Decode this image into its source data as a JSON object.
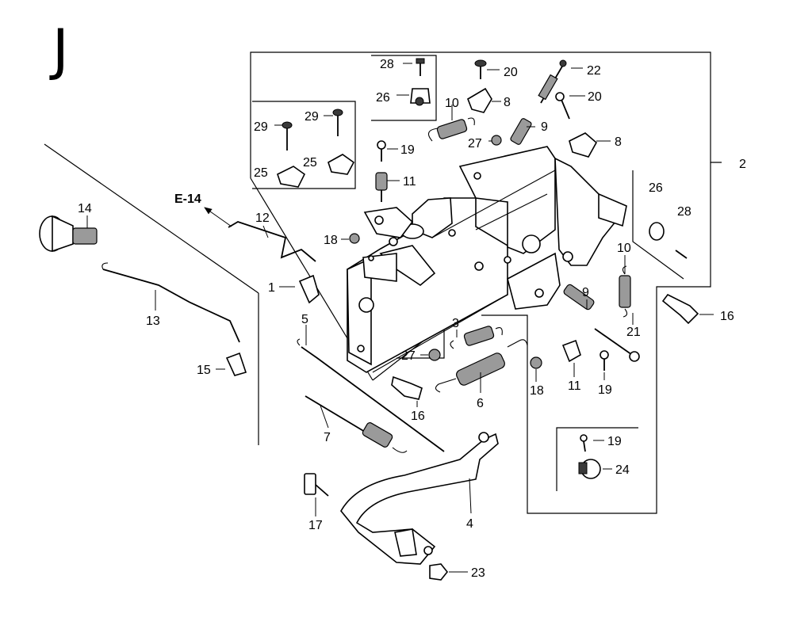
{
  "diagram": {
    "section_letter": "J",
    "reference_label": "E-14",
    "callouts": [
      {
        "id": "c1",
        "text": "28"
      },
      {
        "id": "c2",
        "text": "20"
      },
      {
        "id": "c3",
        "text": "22"
      },
      {
        "id": "c4",
        "text": "26"
      },
      {
        "id": "c5",
        "text": "10"
      },
      {
        "id": "c6",
        "text": "8"
      },
      {
        "id": "c7",
        "text": "20"
      },
      {
        "id": "c8",
        "text": "29"
      },
      {
        "id": "c9",
        "text": "29"
      },
      {
        "id": "c10",
        "text": "9"
      },
      {
        "id": "c11",
        "text": "27"
      },
      {
        "id": "c12",
        "text": "8"
      },
      {
        "id": "c13",
        "text": "19"
      },
      {
        "id": "c14",
        "text": "2"
      },
      {
        "id": "c15",
        "text": "25"
      },
      {
        "id": "c16",
        "text": "25"
      },
      {
        "id": "c17",
        "text": "11"
      },
      {
        "id": "c18",
        "text": "26"
      },
      {
        "id": "c19",
        "text": "28"
      },
      {
        "id": "c20",
        "text": "14"
      },
      {
        "id": "c21",
        "text": "12"
      },
      {
        "id": "c22",
        "text": "18"
      },
      {
        "id": "c23",
        "text": "10"
      },
      {
        "id": "c24",
        "text": "1"
      },
      {
        "id": "c25",
        "text": "9"
      },
      {
        "id": "c26",
        "text": "16"
      },
      {
        "id": "c27",
        "text": "13"
      },
      {
        "id": "c28",
        "text": "5"
      },
      {
        "id": "c29",
        "text": "3"
      },
      {
        "id": "c30",
        "text": "21"
      },
      {
        "id": "c31",
        "text": "27"
      },
      {
        "id": "c32",
        "text": "15"
      },
      {
        "id": "c33",
        "text": "11"
      },
      {
        "id": "c34",
        "text": "19"
      },
      {
        "id": "c35",
        "text": "18"
      },
      {
        "id": "c36",
        "text": "16"
      },
      {
        "id": "c37",
        "text": "6"
      },
      {
        "id": "c38",
        "text": "7"
      },
      {
        "id": "c39",
        "text": "19"
      },
      {
        "id": "c40",
        "text": "24"
      },
      {
        "id": "c41",
        "text": "4"
      },
      {
        "id": "c42",
        "text": "17"
      },
      {
        "id": "c43",
        "text": "23"
      }
    ]
  }
}
